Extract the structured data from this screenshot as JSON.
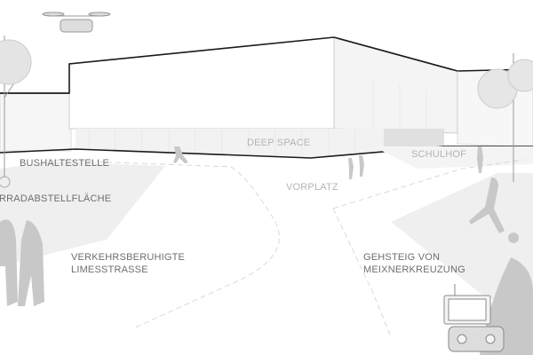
{
  "labels": {
    "bus_stop": "BUSHALTESTELLE",
    "bike_parking": "FAHRRADABSTELLFLÄCHE",
    "building": "DEEP SPACE",
    "schoolyard": "SCHULHOF",
    "forecourt": "VORPLATZ",
    "street_line1": "VERKEHRSBERUHIGTE",
    "street_line2": "LIMESSTRASSE",
    "sidewalk_line1": "GEHSTEIG VON",
    "sidewalk_line2": "MEIXNERKREUZUNG"
  },
  "colors": {
    "ground_patch": "#efefef",
    "outline": "#1a1a1a",
    "figure": "#c8c8c8",
    "label": "#6e6e6e"
  }
}
